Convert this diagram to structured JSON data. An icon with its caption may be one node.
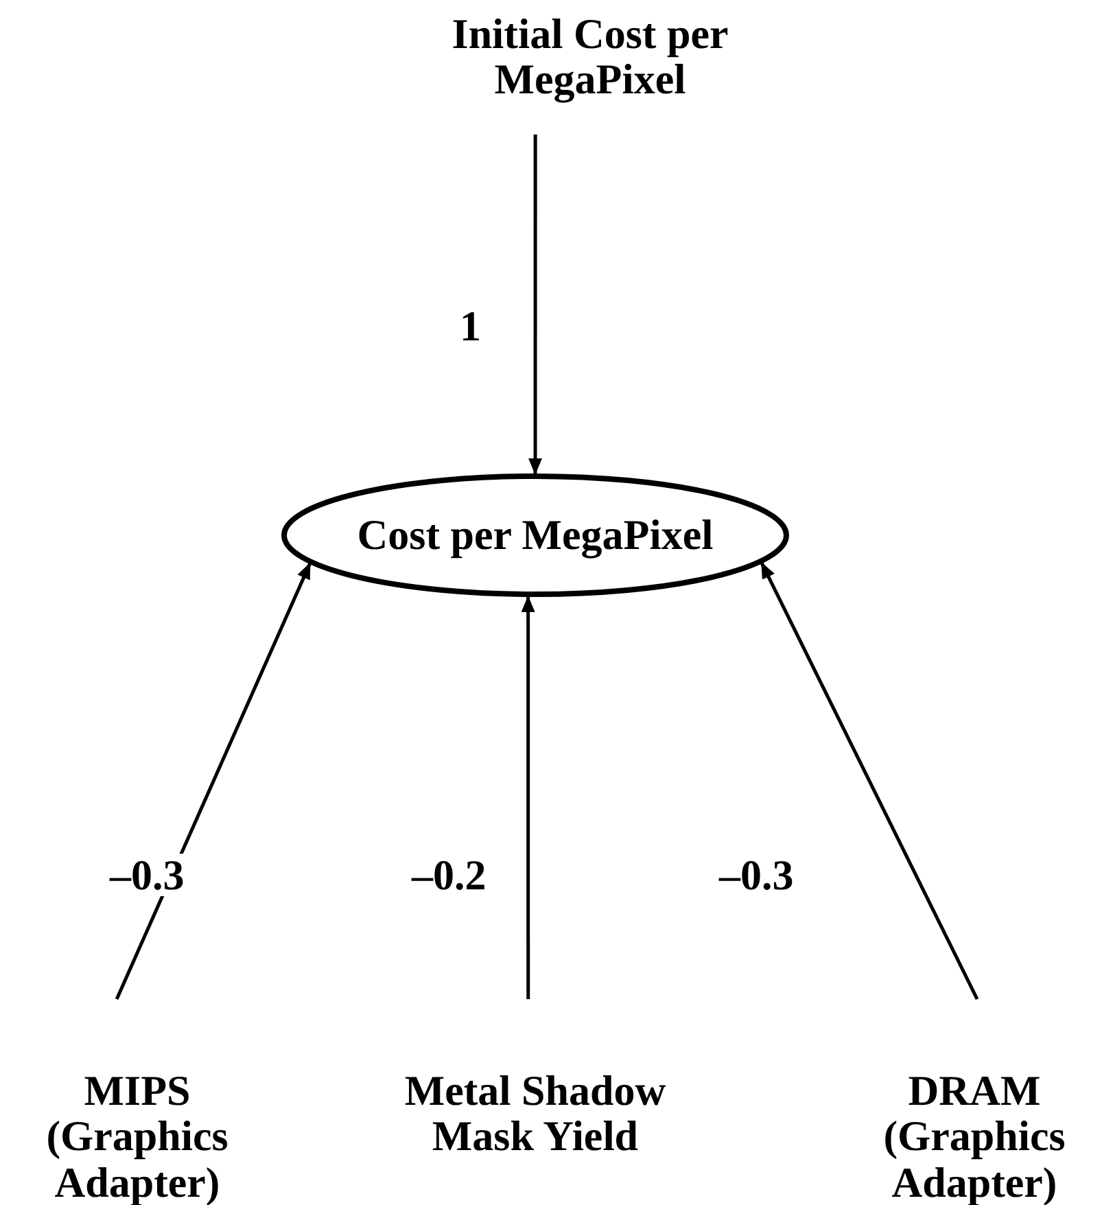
{
  "diagram": {
    "nodes": [
      {
        "text": [
          "Initial Cost per MegaPixel"
        ]
      },
      {
        "text": [
          "Cost per MegaPixel"
        ]
      },
      {
        "text": [
          "MIPS (Graphics Adapter)"
        ]
      },
      {
        "text": [
          "Metal Shadow Mask Yield"
        ]
      },
      {
        "text": [
          "DRAM (Graphics Adapter)"
        ]
      }
    ],
    "edges": [
      {
        "from": 0,
        "to": 1,
        "arrow": "to",
        "label": "1"
      },
      {
        "from": 2,
        "to": 1,
        "arrow": "to",
        "label": "–0.3"
      },
      {
        "from": 3,
        "to": 1,
        "arrow": "to",
        "label": "–0.2"
      },
      {
        "from": 4,
        "to": 1,
        "arrow": "to",
        "label": "–0.3"
      }
    ]
  }
}
